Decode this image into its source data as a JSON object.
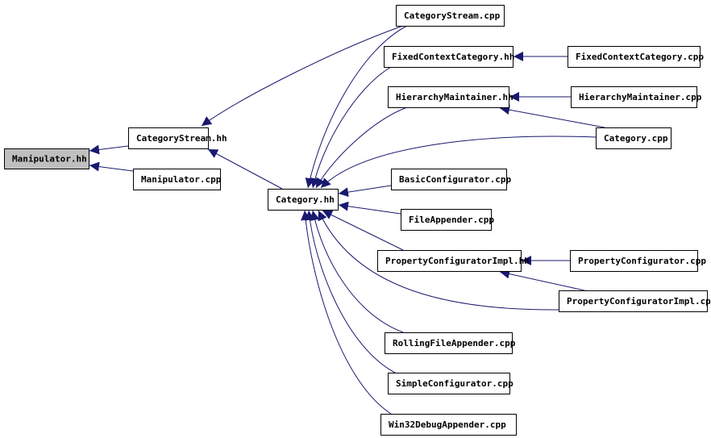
{
  "graph": {
    "root": "Manipulator.hh",
    "edge_color": "#191970",
    "root_fill": "#bfbfbf",
    "nodes": [
      {
        "id": "manip_hh",
        "label": "Manipulator.hh"
      },
      {
        "id": "catstream_hh",
        "label": "CategoryStream.hh"
      },
      {
        "id": "manip_cpp",
        "label": "Manipulator.cpp"
      },
      {
        "id": "category_hh",
        "label": "Category.hh"
      },
      {
        "id": "catstream_cpp",
        "label": "CategoryStream.cpp"
      },
      {
        "id": "fixed_hh",
        "label": "FixedContextCategory.hh"
      },
      {
        "id": "fixed_cpp",
        "label": "FixedContextCategory.cpp"
      },
      {
        "id": "hier_hh",
        "label": "HierarchyMaintainer.hh"
      },
      {
        "id": "hier_cpp",
        "label": "HierarchyMaintainer.cpp"
      },
      {
        "id": "category_cpp",
        "label": "Category.cpp"
      },
      {
        "id": "basic_cpp",
        "label": "BasicConfigurator.cpp"
      },
      {
        "id": "file_cpp",
        "label": "FileAppender.cpp"
      },
      {
        "id": "propimpl_hh",
        "label": "PropertyConfiguratorImpl.hh"
      },
      {
        "id": "prop_cpp",
        "label": "PropertyConfigurator.cpp"
      },
      {
        "id": "propimpl_cpp",
        "label": "PropertyConfiguratorImpl.cpp"
      },
      {
        "id": "rolling_cpp",
        "label": "RollingFileAppender.cpp"
      },
      {
        "id": "simple_cpp",
        "label": "SimpleConfigurator.cpp"
      },
      {
        "id": "win32_cpp",
        "label": "Win32DebugAppender.cpp"
      }
    ],
    "edges": [
      {
        "from": "catstream_hh",
        "to": "manip_hh"
      },
      {
        "from": "manip_cpp",
        "to": "manip_hh"
      },
      {
        "from": "catstream_cpp",
        "to": "catstream_hh"
      },
      {
        "from": "category_hh",
        "to": "catstream_hh"
      },
      {
        "from": "catstream_cpp",
        "to": "category_hh"
      },
      {
        "from": "fixed_hh",
        "to": "category_hh"
      },
      {
        "from": "fixed_cpp",
        "to": "fixed_hh"
      },
      {
        "from": "hier_hh",
        "to": "category_hh"
      },
      {
        "from": "hier_cpp",
        "to": "hier_hh"
      },
      {
        "from": "category_cpp",
        "to": "hier_hh"
      },
      {
        "from": "category_cpp",
        "to": "category_hh"
      },
      {
        "from": "basic_cpp",
        "to": "category_hh"
      },
      {
        "from": "file_cpp",
        "to": "category_hh"
      },
      {
        "from": "propimpl_hh",
        "to": "category_hh"
      },
      {
        "from": "prop_cpp",
        "to": "propimpl_hh"
      },
      {
        "from": "propimpl_cpp",
        "to": "propimpl_hh"
      },
      {
        "from": "propimpl_cpp",
        "to": "category_hh"
      },
      {
        "from": "rolling_cpp",
        "to": "category_hh"
      },
      {
        "from": "simple_cpp",
        "to": "category_hh"
      },
      {
        "from": "win32_cpp",
        "to": "category_hh"
      }
    ]
  }
}
